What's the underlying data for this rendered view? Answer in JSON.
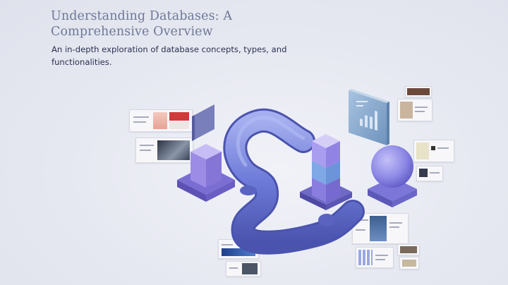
{
  "slide": {
    "title": "Understanding Databases: A Comprehensive Overview",
    "subtitle": "An in-depth exploration of database concepts, types, and functionalities."
  },
  "illustration": {
    "colors": {
      "pipe": "#6d7ad8",
      "pipe_dark": "#4f58b4",
      "pipe_light": "#9aa6ee",
      "cube": "#9c8ce6",
      "cube_top": "#c7bdf5",
      "platform": "#7b6ed2",
      "stack_blue": "#7fa8e6",
      "panel": "#8fb0d2",
      "sphere": "#8e8ae6"
    },
    "icons": [
      "pipe-illustration",
      "cube-icon",
      "stacked-cubes-icon",
      "sphere-icon",
      "chart-panel-icon"
    ]
  }
}
